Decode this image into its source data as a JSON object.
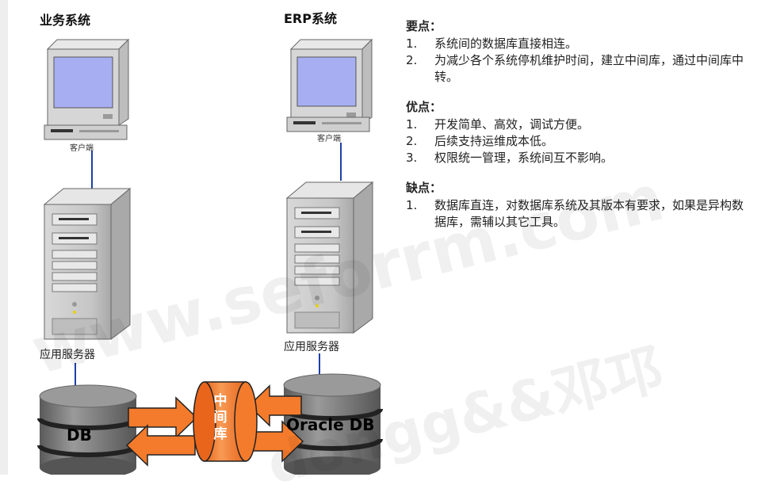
{
  "left_system": {
    "title": "业务系统",
    "client_label": "客户端",
    "server_label": "应用服务器",
    "db_label": "DB"
  },
  "right_system": {
    "title": "ERP系统",
    "client_label": "客户端",
    "server_label": "应用服务器",
    "db_label": "Oracle DB"
  },
  "middle_db": {
    "label": "中间库"
  },
  "notes": {
    "key_points": {
      "heading": "要点：",
      "items": [
        {
          "num": "1.",
          "text": "系统间的数据库直接相连。"
        },
        {
          "num": "2.",
          "text": "为减少各个系统停机维护时间，建立中间库，通过中间库中转。"
        }
      ]
    },
    "advantages": {
      "heading": "优点：",
      "items": [
        {
          "num": "1.",
          "text": "开发简单、高效，调试方便。"
        },
        {
          "num": "2.",
          "text": "后续支持运维成本低。"
        },
        {
          "num": "3.",
          "text": "权限统一管理，系统间互不影响。"
        }
      ]
    },
    "disadvantages": {
      "heading": "缺点：",
      "items": [
        {
          "num": "1.",
          "text": "数据库直连，对数据库系统及其版本有要求，如果是异构数据库，需辅以其它工具。"
        }
      ]
    }
  },
  "watermark": {
    "text1": "www.seforrm.com",
    "text2": "dongg&&邓邛"
  },
  "colors": {
    "connector": "#1d3fa8",
    "arrow_fill": "#f47b2b",
    "middle_fill": "#f47b2b",
    "db_fill": "#7a7a7a",
    "screen": "#a7aff2"
  }
}
